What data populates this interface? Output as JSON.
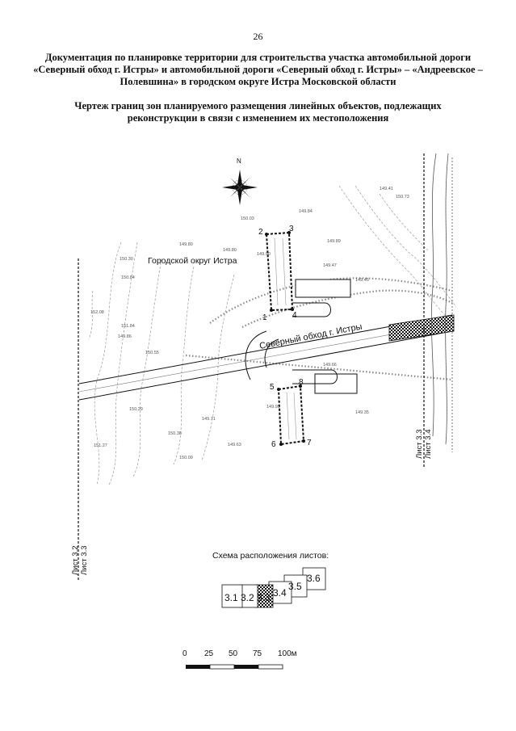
{
  "page_number": "26",
  "title": "Документация по планировке территории для строительства участка автомобильной дороги «Северный обход г. Истры» и автомобильной дороги «Северный обход г. Истры» – «Андреевское – Полевшина» в городском округе Истра Московской области",
  "subtitle": "Чертеж границ зон планируемого размещения линейных объектов, подлежащих реконструкции в связи с изменением их местоположения",
  "map": {
    "north_label": "N",
    "district_label": "Городской округ Истра",
    "road_label": "Северный обход г. Истры",
    "point_labels": [
      "1",
      "2",
      "3",
      "4",
      "5",
      "6",
      "7",
      "8"
    ],
    "sheet_left": [
      "Лист 3.2",
      "Лист 3.3"
    ],
    "sheet_right": [
      "Лист 3.3",
      "Лист 3.4"
    ],
    "elevations": [
      "149.90",
      "150.03",
      "149.84",
      "149.80",
      "149.89",
      "149.47",
      "149.80",
      "150.30",
      "150.84",
      "152.08",
      "151.84",
      "150.55",
      "149.86",
      "150.29",
      "150.38",
      "149.95",
      "149.71",
      "149.63",
      "150.09",
      "151.27",
      "149.35",
      "149.66",
      "150.73",
      "149.41",
      "149.45"
    ]
  },
  "scheme": {
    "title": "Схема расположения листов:",
    "sheets": [
      "3.1",
      "3.2",
      "3.3",
      "3.4",
      "3.5",
      "3.6"
    ],
    "active_sheet": "3.3"
  },
  "scale": {
    "labels": [
      "0",
      "25",
      "50",
      "75",
      "100м"
    ]
  }
}
